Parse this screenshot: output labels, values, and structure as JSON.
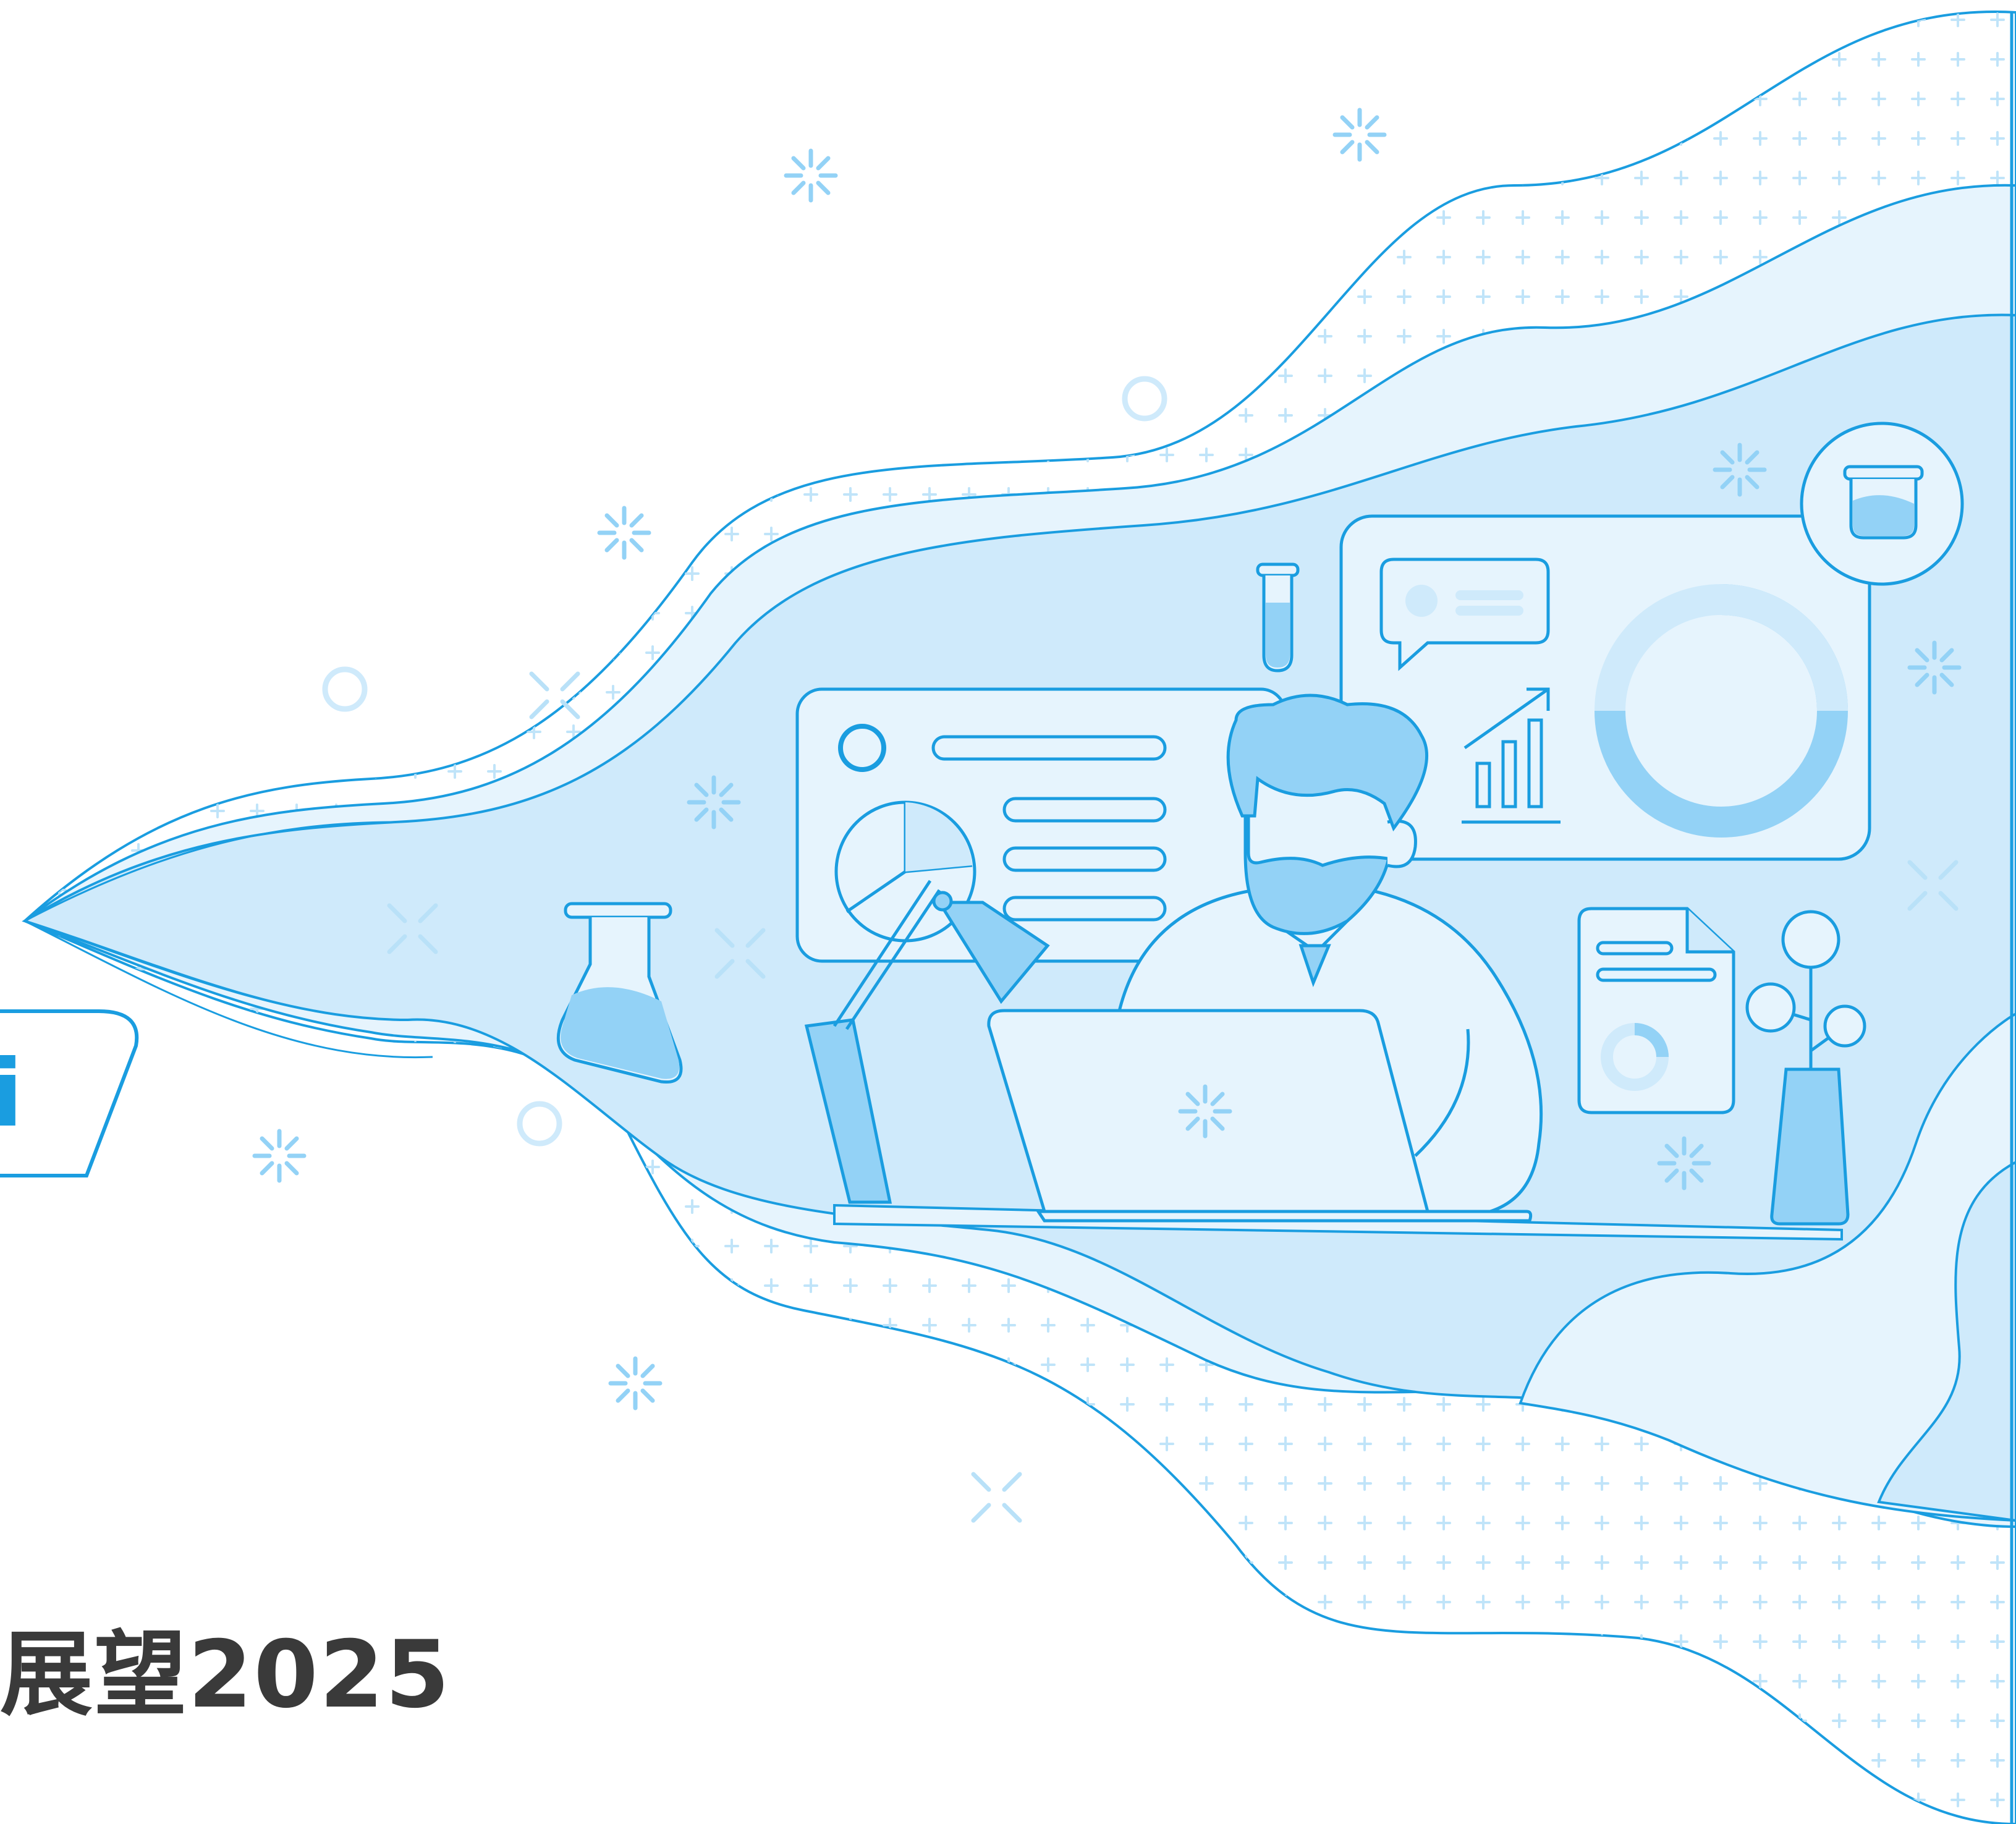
{
  "footer": {
    "text": "展望2025"
  },
  "badge": {
    "glyph": "i"
  },
  "colors": {
    "outline": "#1a9de0",
    "fill_light": "#e6f4fd",
    "fill_mid": "#cfeafb",
    "fill_strong": "#93d2f6",
    "text_dark": "#3a3a3a",
    "background": "#ffffff"
  },
  "icons": [
    "scientist-figure",
    "laptop-icon",
    "desk-lamp-icon",
    "flask-icon",
    "test-tube-icon",
    "beaker-icon",
    "pie-chart-icon",
    "donut-chart-icon",
    "bar-chart-icon",
    "chat-bubble-icon",
    "document-icon",
    "plant-vase-icon",
    "sparkle-icon"
  ]
}
